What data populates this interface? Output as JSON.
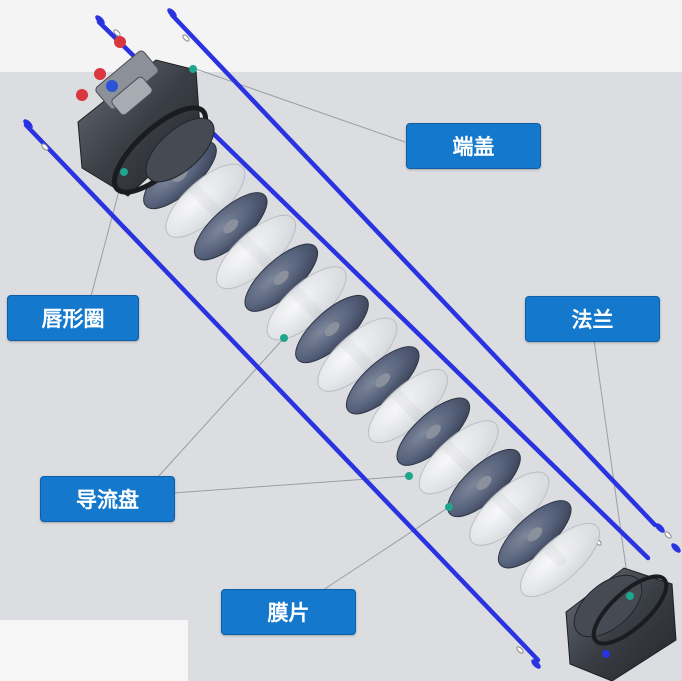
{
  "labels": {
    "end_cap": "端盖",
    "lip_seal": "唇形圈",
    "flange": "法兰",
    "guide_disc": "导流盘",
    "membrane": "膜片"
  },
  "colors": {
    "label_fill": "#1478cd",
    "tie_rod": "#2a33e0",
    "anchor_dot": "#1fa58c",
    "disc_dark": "#5b6678",
    "membrane_light": "#e7e9ec",
    "background": "#dcdde0"
  }
}
